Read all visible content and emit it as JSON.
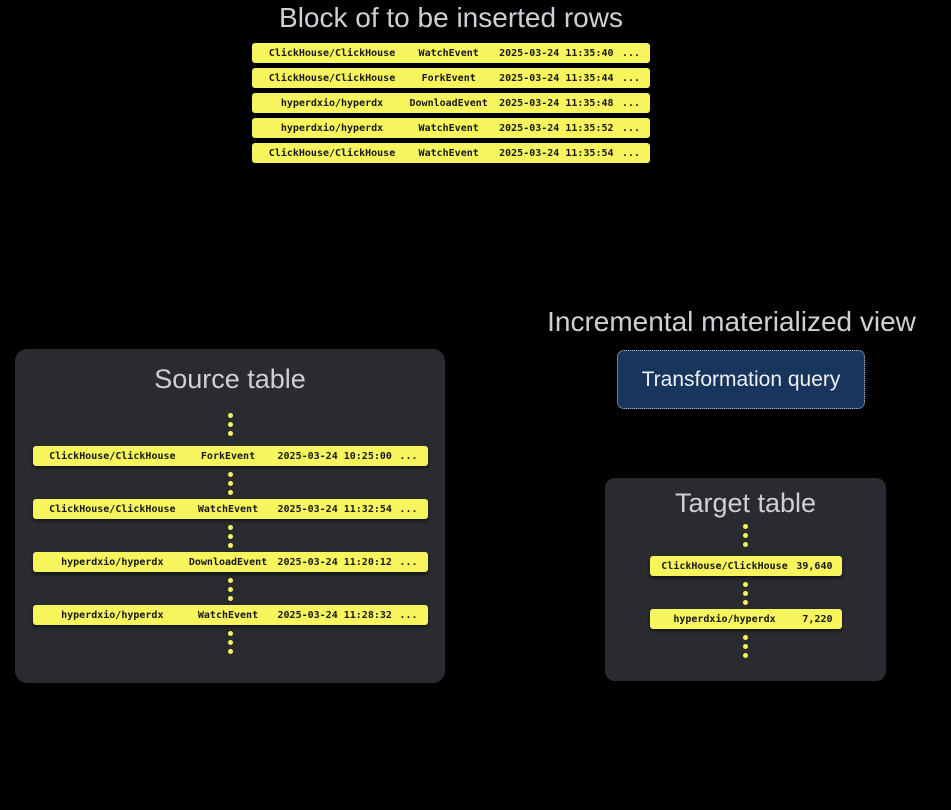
{
  "colors": {
    "background": "#000000",
    "row_yellow": "#f7f55e",
    "panel_background": "#2a2b2f",
    "heading_gray": "#cdd0d4",
    "button_navy": "#17355d",
    "row_text": "#17181b"
  },
  "insert_block": {
    "title": "Block of to be inserted rows",
    "rows": [
      {
        "repo": "ClickHouse/ClickHouse",
        "event": "WatchEvent",
        "timestamp": "2025-03-24 11:35:40",
        "more": "..."
      },
      {
        "repo": "ClickHouse/ClickHouse",
        "event": "ForkEvent",
        "timestamp": "2025-03-24 11:35:44",
        "more": "..."
      },
      {
        "repo": "hyperdxio/hyperdx",
        "event": "DownloadEvent",
        "timestamp": "2025-03-24 11:35:48",
        "more": "..."
      },
      {
        "repo": "hyperdxio/hyperdx",
        "event": "WatchEvent",
        "timestamp": "2025-03-24 11:35:52",
        "more": "..."
      },
      {
        "repo": "ClickHouse/ClickHouse",
        "event": "WatchEvent",
        "timestamp": "2025-03-24 11:35:54",
        "more": "..."
      }
    ]
  },
  "source_table": {
    "title": "Source table",
    "rows": [
      {
        "repo": "ClickHouse/ClickHouse",
        "event": "ForkEvent",
        "timestamp": "2025-03-24 10:25:00",
        "more": "..."
      },
      {
        "repo": "ClickHouse/ClickHouse",
        "event": "WatchEvent",
        "timestamp": "2025-03-24 11:32:54",
        "more": "..."
      },
      {
        "repo": "hyperdxio/hyperdx",
        "event": "DownloadEvent",
        "timestamp": "2025-03-24 11:20:12",
        "more": "..."
      },
      {
        "repo": "hyperdxio/hyperdx",
        "event": "WatchEvent",
        "timestamp": "2025-03-24 11:28:32",
        "more": "..."
      }
    ]
  },
  "materialized_view": {
    "heading": "Incremental materialized view",
    "button_label": "Transformation query"
  },
  "target_table": {
    "title": "Target table",
    "rows": [
      {
        "repo": "ClickHouse/ClickHouse",
        "count": "39,640"
      },
      {
        "repo": "hyperdxio/hyperdx",
        "count": "7,220"
      }
    ]
  }
}
